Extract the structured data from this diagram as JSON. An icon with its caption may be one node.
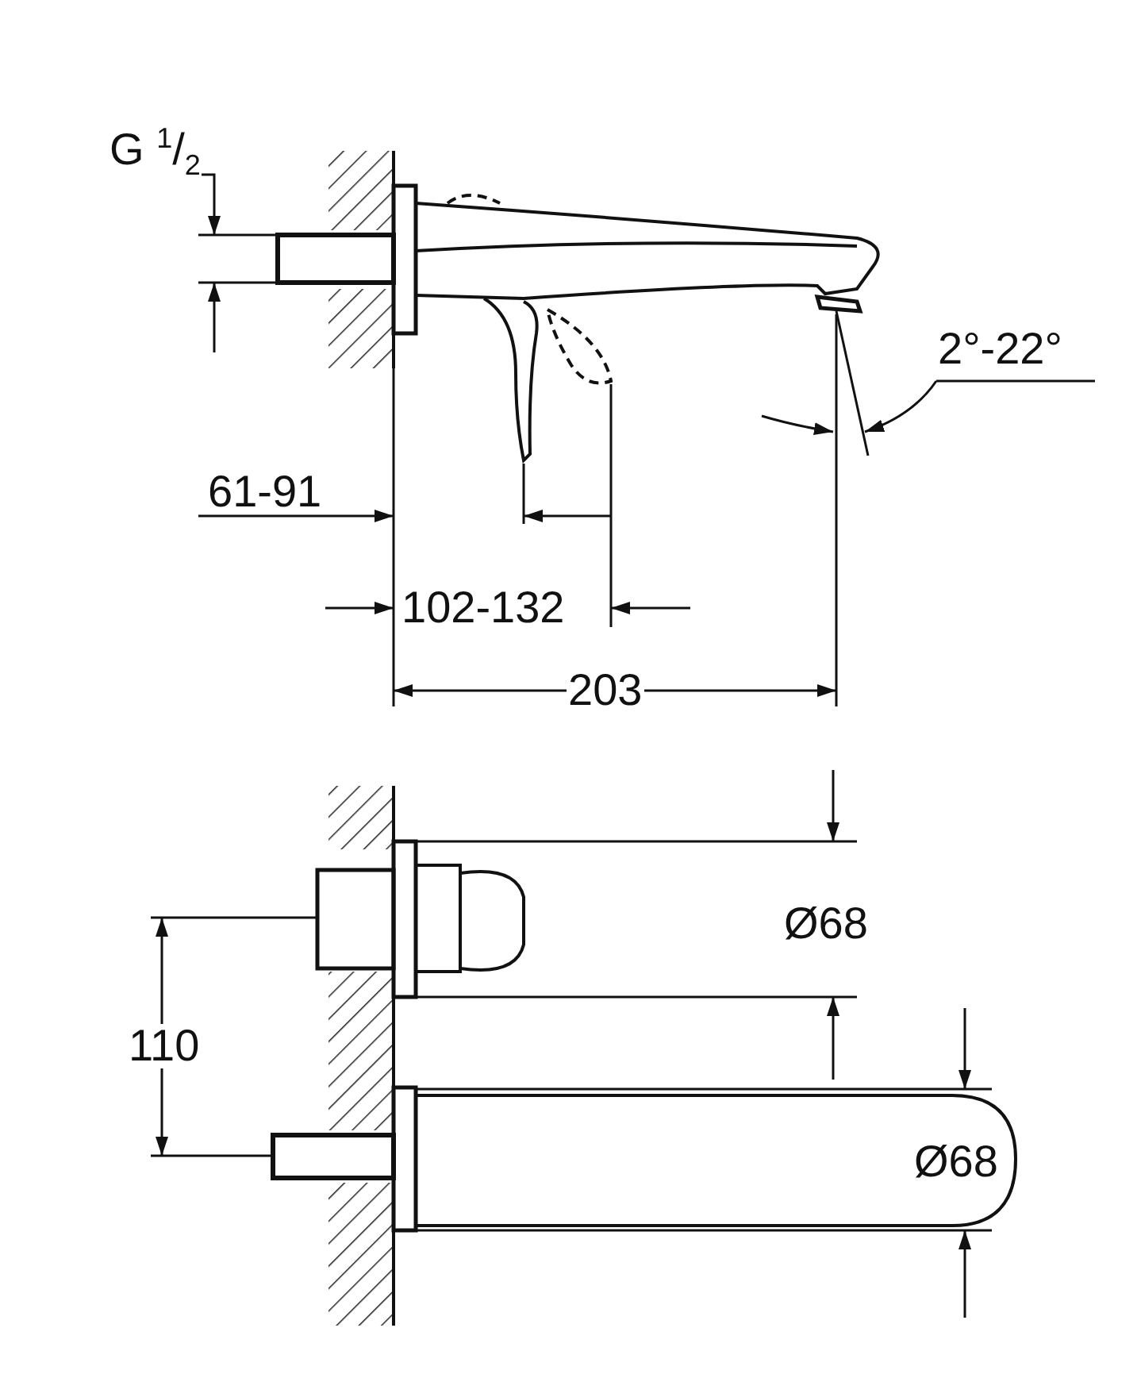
{
  "diagram": {
    "labels": [
      "G $^{1}$/$_{2}$",
      "61-91",
      "102-132",
      "203",
      "2°-22°",
      "Ø68",
      "110",
      "Ø68"
    ]
  }
}
